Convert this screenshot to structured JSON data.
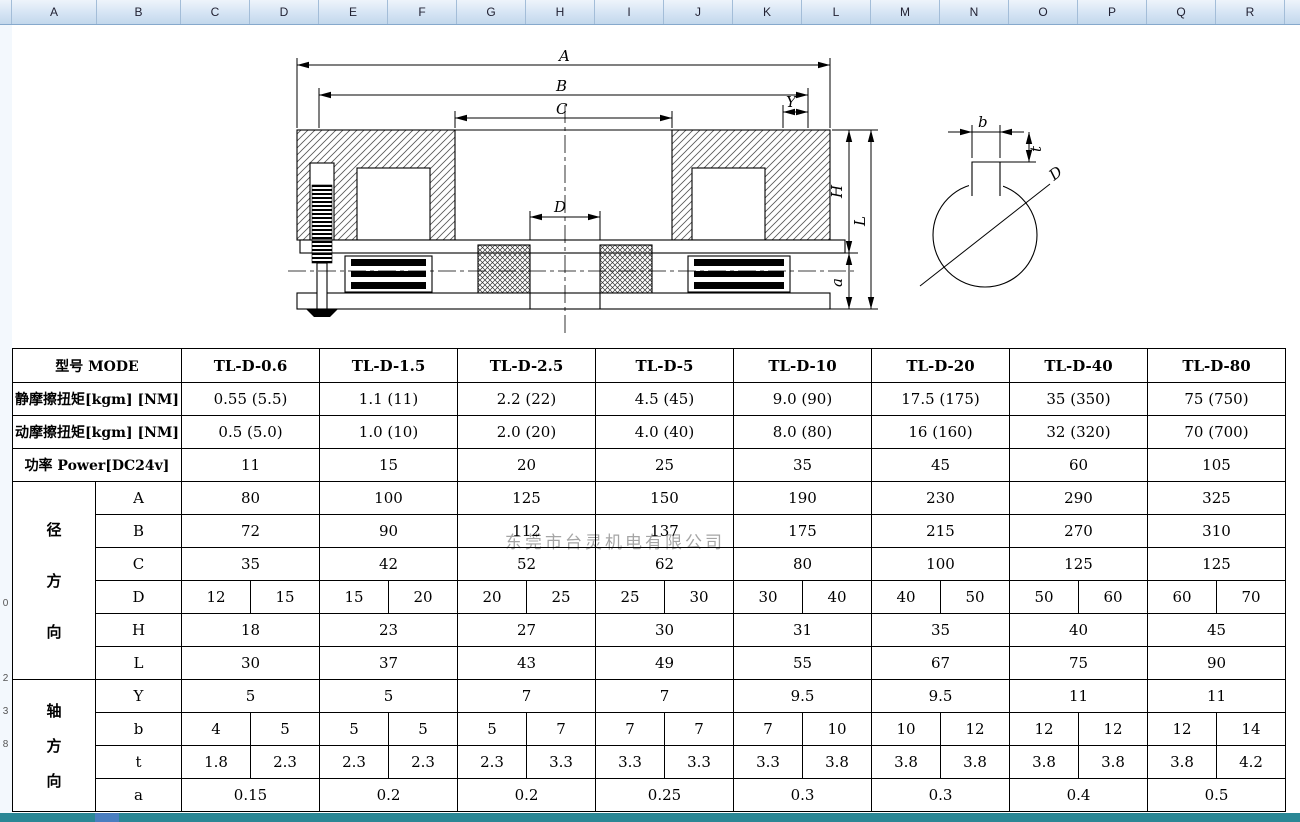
{
  "sheet": {
    "columns": [
      "A",
      "B",
      "C",
      "D",
      "E",
      "F",
      "G",
      "H",
      "I",
      "J",
      "K",
      "L",
      "M",
      "N",
      "O",
      "P",
      "Q",
      "R"
    ],
    "row_strip_digits": [
      "0",
      "2",
      "3",
      "8"
    ]
  },
  "watermark": "东莞市台灵机电有限公司",
  "drawing": {
    "dims": {
      "A": "A",
      "B": "B",
      "C": "C",
      "D": "D",
      "Y": "Y",
      "H": "H",
      "L": "L",
      "a": "a",
      "b": "b",
      "t": "t",
      "D2": "D"
    }
  },
  "table": {
    "header_label": "型号 MODE",
    "models": [
      "TL-D-0.6",
      "TL-D-1.5",
      "TL-D-2.5",
      "TL-D-5",
      "TL-D-10",
      "TL-D-20",
      "TL-D-40",
      "TL-D-80"
    ],
    "spec_rows": [
      {
        "label": "静摩擦扭矩[kgm] [NM]",
        "values": [
          "0.55 (5.5)",
          "1.1 (11)",
          "2.2 (22)",
          "4.5 (45)",
          "9.0 (90)",
          "17.5 (175)",
          "35 (350)",
          "75 (750)"
        ]
      },
      {
        "label": "动摩擦扭矩[kgm] [NM]",
        "values": [
          "0.5 (5.0)",
          "1.0 (10)",
          "2.0 (20)",
          "4.0 (40)",
          "8.0 (80)",
          "16 (160)",
          "32 (320)",
          "70 (700)"
        ]
      },
      {
        "label": "功率 Power[DC24v]",
        "values": [
          "11",
          "15",
          "20",
          "25",
          "35",
          "45",
          "60",
          "105"
        ]
      }
    ],
    "radial": {
      "label": "径方向",
      "rows": [
        {
          "param": "A",
          "values": [
            "80",
            "100",
            "125",
            "150",
            "190",
            "230",
            "290",
            "325"
          ]
        },
        {
          "param": "B",
          "values": [
            "72",
            "90",
            "112",
            "137",
            "175",
            "215",
            "270",
            "310"
          ]
        },
        {
          "param": "C",
          "values": [
            "35",
            "42",
            "52",
            "62",
            "80",
            "100",
            "125",
            "125"
          ]
        },
        {
          "param": "D",
          "values": [
            "12",
            "15",
            "15",
            "20",
            "20",
            "25",
            "25",
            "30",
            "30",
            "40",
            "40",
            "50",
            "50",
            "60",
            "60",
            "70"
          ]
        },
        {
          "param": "H",
          "values": [
            "18",
            "23",
            "27",
            "30",
            "31",
            "35",
            "40",
            "45"
          ]
        },
        {
          "param": "L",
          "values": [
            "30",
            "37",
            "43",
            "49",
            "55",
            "67",
            "75",
            "90"
          ]
        }
      ]
    },
    "axial": {
      "label": "轴方向",
      "rows": [
        {
          "param": "Y",
          "values": [
            "5",
            "5",
            "7",
            "7",
            "9.5",
            "9.5",
            "11",
            "11"
          ]
        },
        {
          "param": "b",
          "values": [
            "4",
            "5",
            "5",
            "5",
            "5",
            "7",
            "7",
            "7",
            "7",
            "10",
            "10",
            "12",
            "12",
            "12",
            "12",
            "14"
          ]
        },
        {
          "param": "t",
          "values": [
            "1.8",
            "2.3",
            "2.3",
            "2.3",
            "2.3",
            "3.3",
            "3.3",
            "3.3",
            "3.3",
            "3.8",
            "3.8",
            "3.8",
            "3.8",
            "3.8",
            "3.8",
            "4.2"
          ]
        },
        {
          "param": "a",
          "values": [
            "0.15",
            "0.2",
            "0.2",
            "0.25",
            "0.3",
            "0.3",
            "0.4",
            "0.5"
          ]
        }
      ]
    }
  }
}
